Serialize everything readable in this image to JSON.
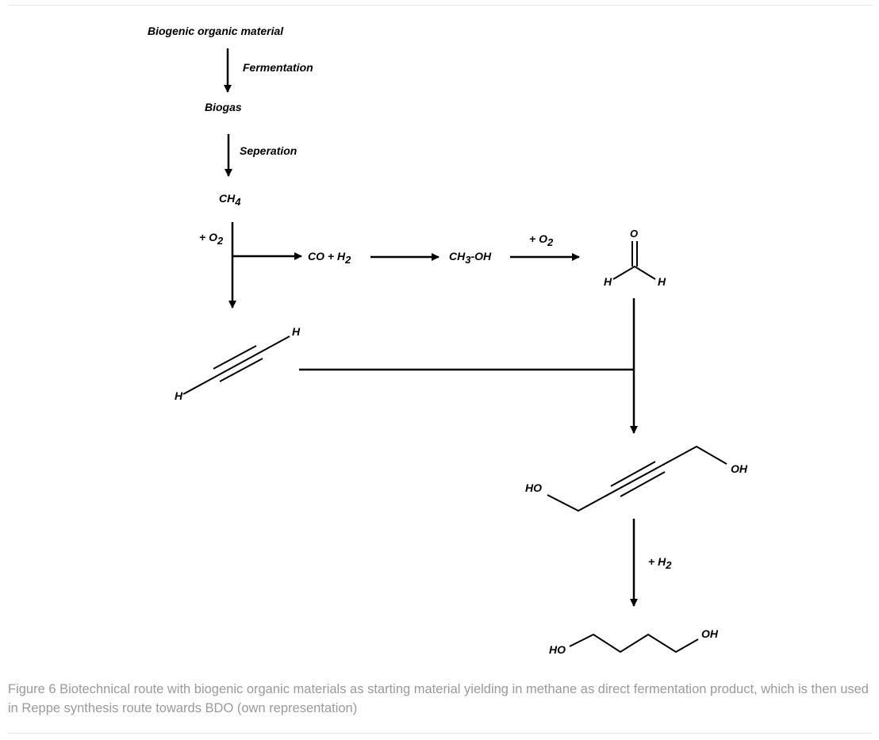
{
  "diagram": {
    "step1_label": "Biogenic organic material",
    "step1_process": "Fermentation",
    "step2_label": "Biogas",
    "step2_process": "Seperation",
    "methane": {
      "main": "CH",
      "sub": "4"
    },
    "oxidant_1": {
      "main": "+ O",
      "sub": "2"
    },
    "syngas": {
      "part1": "CO + H",
      "sub": "2"
    },
    "methanol": {
      "part1": "CH",
      "sub": "3",
      "part2": "-OH"
    },
    "oxidant_2": {
      "main": "+ O",
      "sub": "2"
    },
    "formaldehyde": {
      "o": "O",
      "h_left": "H",
      "h_right": "H"
    },
    "acetylene": {
      "h_top": "H",
      "h_bottom": "H"
    },
    "butynediol": {
      "ho": "HO",
      "oh": "OH"
    },
    "hydrogenation": {
      "main": "+ H",
      "sub": "2"
    },
    "butanediol": {
      "ho": "HO",
      "oh": "OH"
    }
  },
  "caption": "Figure 6 Biotechnical route with biogenic organic materials as starting material yielding in methane as direct fermentation product, which is then used in Reppe synthesis route towards BDO (own representation)"
}
